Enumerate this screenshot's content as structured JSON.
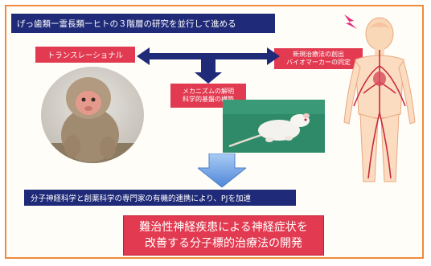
{
  "banner_top": "げっ歯類ー霊長類ーヒトの３階層の研究を並行して進める",
  "translational": "トランスレーショナル",
  "new_treatment": [
    "新規治療法の創出",
    "バイオマーカーの同定"
  ],
  "mechanism": [
    "メカニズムの解明",
    "科学的基盤の構築"
  ],
  "banner_bottom": "分子神経科学と創薬科学の専門家の有機的連携により、PJを加速",
  "goal": [
    "難治性神経疾患による神経症状を",
    "改善する分子標的治療法の開発"
  ],
  "colors": {
    "frame_border": "#f08a3c",
    "navy": "#1f2a78",
    "red": "#e23a50",
    "blue_arrow": "#5b95e0"
  }
}
